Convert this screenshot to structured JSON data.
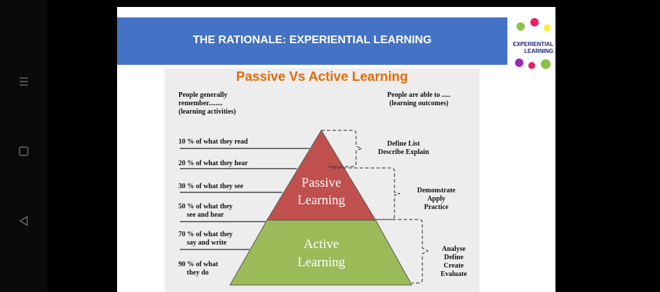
{
  "banner": {
    "title": "THE RATIONALE: EXPERIENTIAL LEARNING"
  },
  "logo": {
    "line1": "EXPERIENTIAL",
    "line2": "LEARNING"
  },
  "figure": {
    "title": "Passive Vs Active Learning",
    "left_header": [
      "People generally",
      "remember........",
      "(learning activities)"
    ],
    "right_header": [
      "People are able to .....",
      "(learning outcomes)"
    ],
    "levels": [
      {
        "text": "10  % of what they read"
      },
      {
        "text": "20  % of what they hear"
      },
      {
        "text": "30  % of what they see"
      },
      {
        "text": "50  % of what they",
        "text2": "see and  hear"
      },
      {
        "text": "70  % of what they",
        "text2": "say and write"
      },
      {
        "text": "90 % of what",
        "text2": "they do"
      }
    ],
    "passive": {
      "line1": "Passive",
      "line2": "Learning",
      "color": "#c0504d"
    },
    "active": {
      "line1": "Active",
      "line2": "Learning",
      "color": "#9bbb59"
    },
    "outcomes": [
      {
        "lines": [
          "Define  List",
          "Describe  Explain"
        ]
      },
      {
        "lines": [
          "Demonstrate",
          "Apply",
          "Practice"
        ]
      },
      {
        "lines": [
          "Analyse",
          "Define",
          "Create",
          "Evaluate"
        ]
      }
    ]
  }
}
